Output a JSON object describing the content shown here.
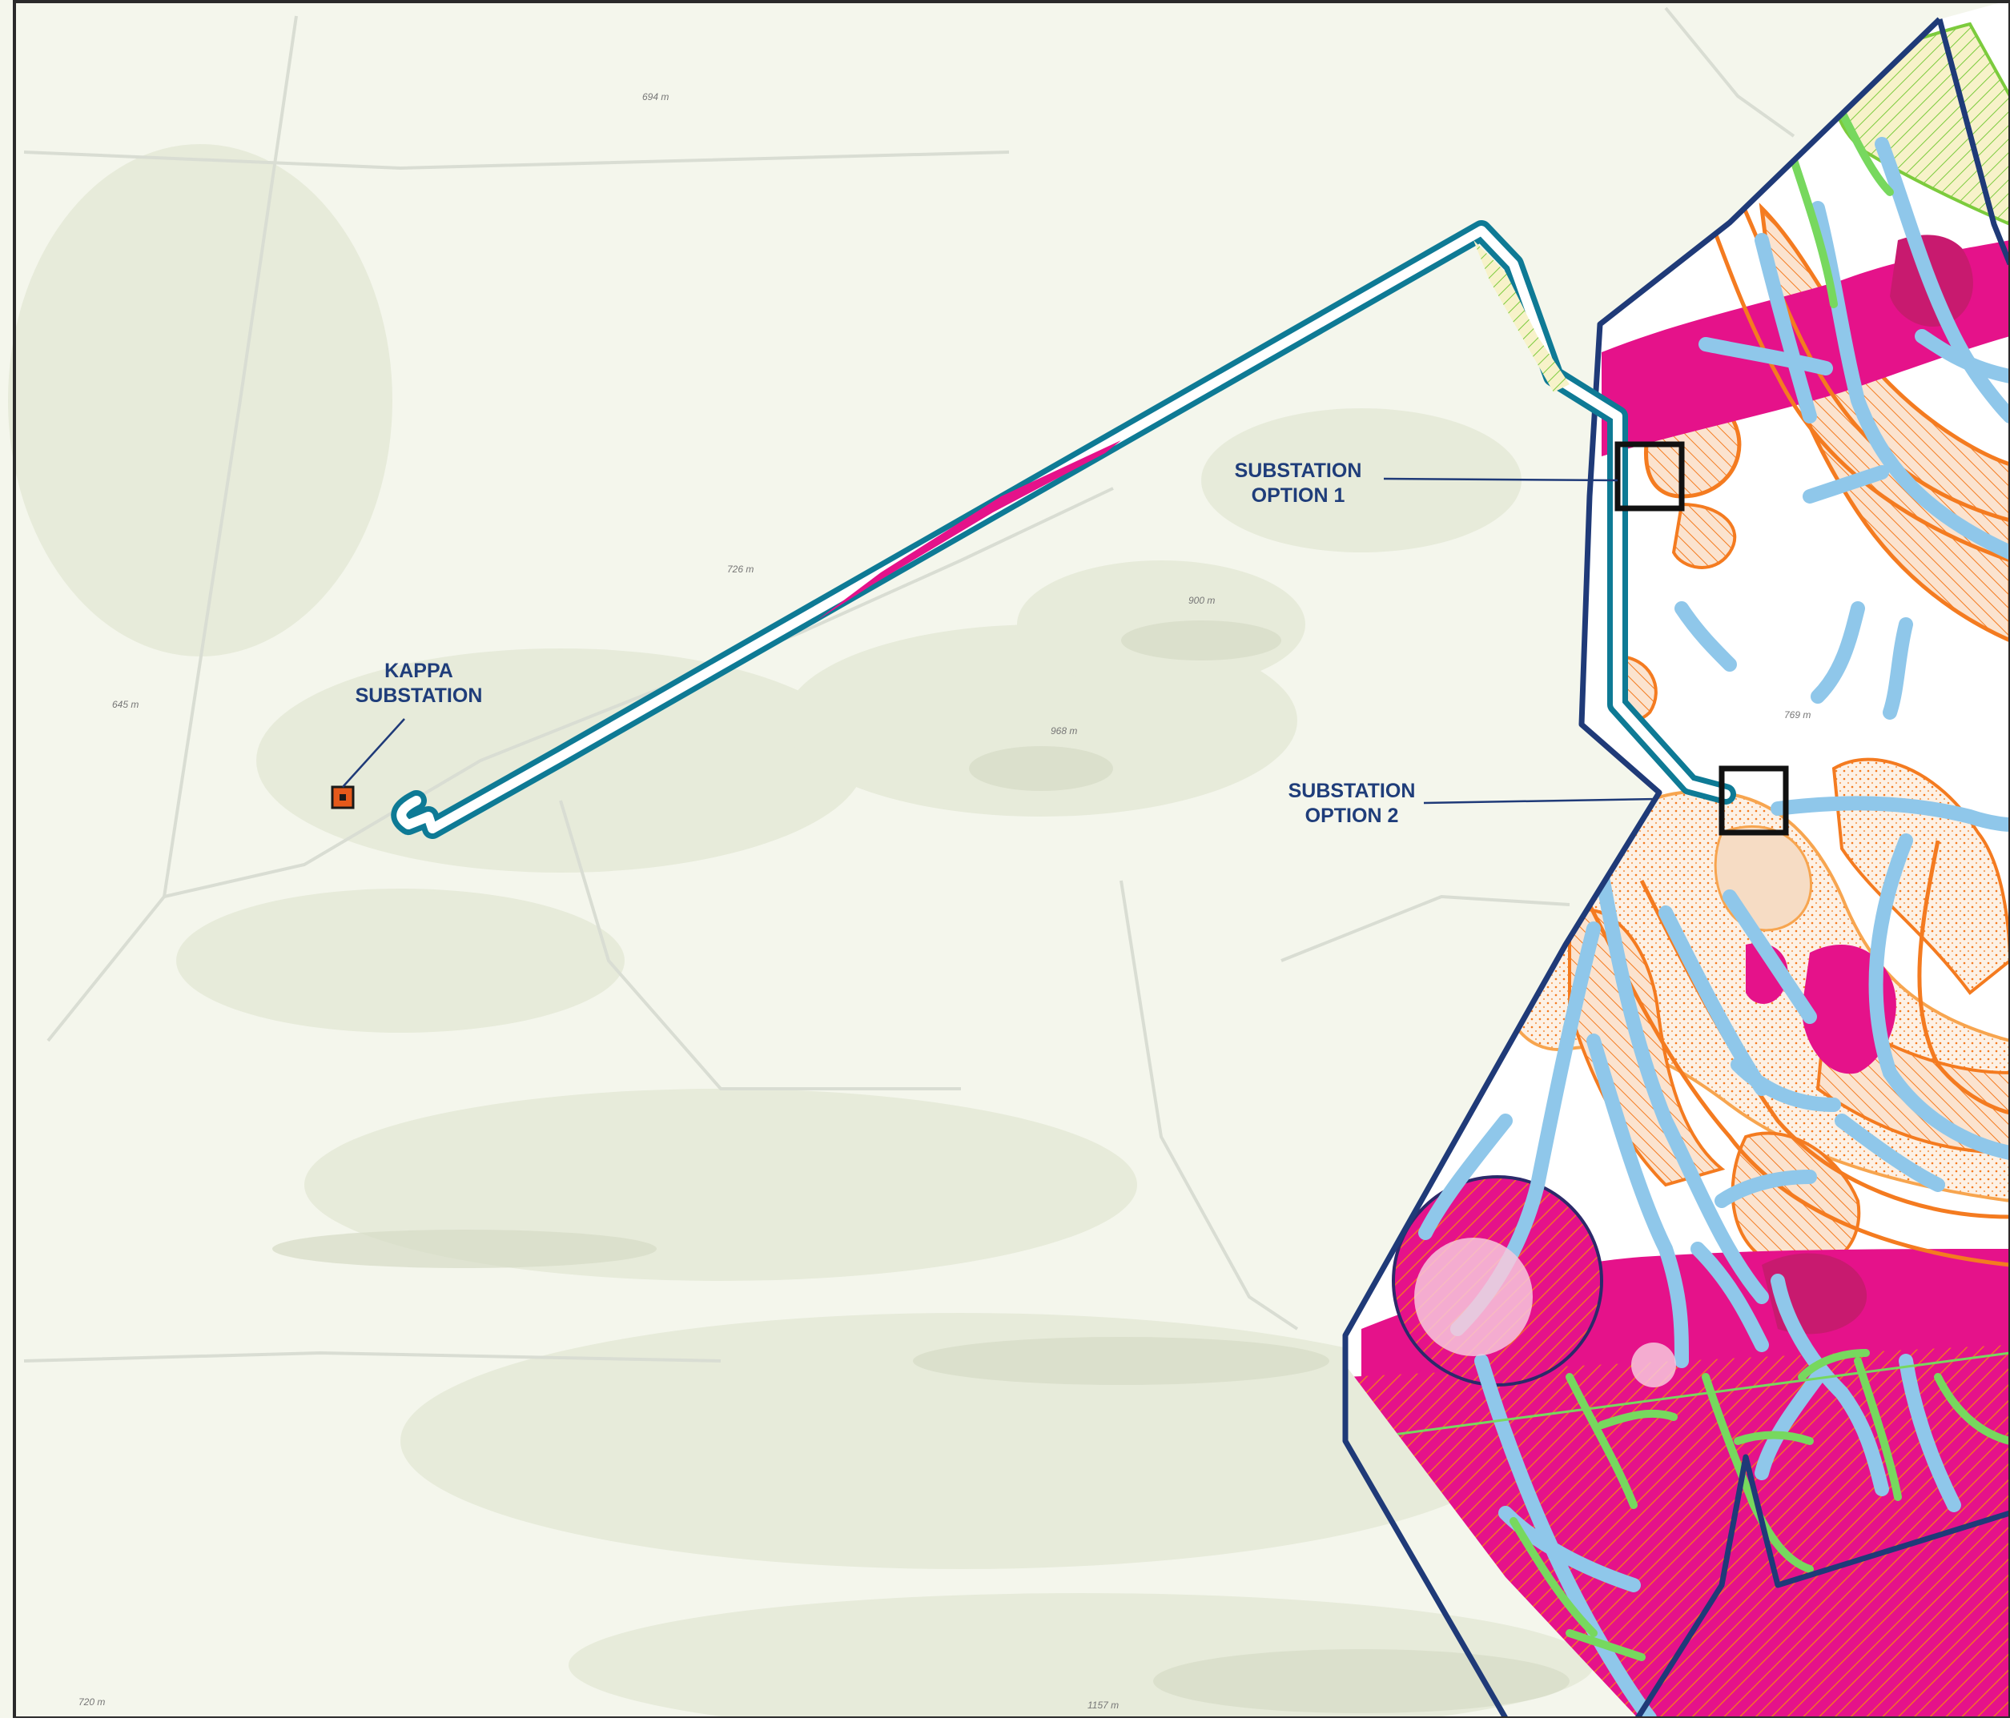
{
  "map": {
    "colors": {
      "terrain_bg": "#f4f6ec",
      "terrain_shade": "#e4e9d6",
      "road": "#d9ddd3",
      "route_outer": "#0e7a95",
      "route_inner": "#ffffff",
      "boundary": "#1f3a78",
      "high_sensitivity": "#e5128a",
      "high_sensitivity_dark": "#c81a6f",
      "medium_sensitivity": "#f7c79e",
      "orange_edge": "#f47b20",
      "drainage": "#8fc7ea",
      "drainage_green": "#77d85e",
      "label_text": "#1f3d7a",
      "substation_fill": "#e5591b"
    },
    "labels": {
      "kappa": {
        "line1": "KAPPA",
        "line2": "SUBSTATION"
      },
      "option1": {
        "line1": "SUBSTATION",
        "line2": "OPTION 1"
      },
      "option2": {
        "line1": "SUBSTATION",
        "line2": "OPTION 2"
      }
    },
    "spot_heights": [
      {
        "id": "sh-694",
        "text": "694 m"
      },
      {
        "id": "sh-726",
        "text": "726 m"
      },
      {
        "id": "sh-645",
        "text": "645 m"
      },
      {
        "id": "sh-900",
        "text": "900 m"
      },
      {
        "id": "sh-968",
        "text": "968 m"
      },
      {
        "id": "sh-769",
        "text": "769 m"
      },
      {
        "id": "sh-720",
        "text": "720 m"
      },
      {
        "id": "sh-1157",
        "text": "1157 m"
      }
    ],
    "icons": {
      "kappa_marker": "square-substation-icon",
      "option_marker": "square-outline-icon"
    }
  }
}
